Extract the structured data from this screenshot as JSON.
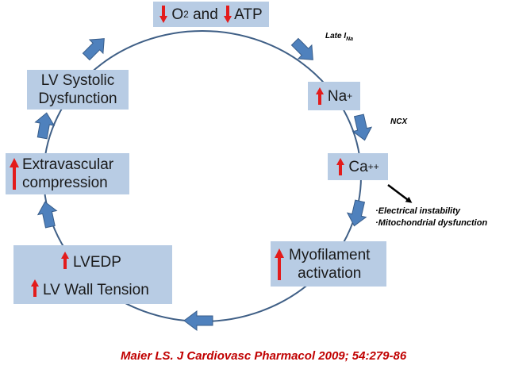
{
  "boxes": {
    "o2_atp": {
      "part1": "O",
      "sub": "2",
      "part2": " and ",
      "part3": "ATP"
    },
    "na": {
      "text": "Na",
      "sup": "+"
    },
    "ca": {
      "text": "Ca",
      "sup": "++"
    },
    "myofilament": {
      "line1": "Myofilament",
      "line2": "activation"
    },
    "lvedp": {
      "line1": "LVEDP",
      "line2": "LV Wall Tension"
    },
    "extravascular": {
      "line1": "Extravascular",
      "line2": "compression"
    },
    "lv_systolic": {
      "line1": "LV Systolic",
      "line2": "Dysfunction"
    }
  },
  "labels": {
    "late_ina": {
      "text": "Late I",
      "sub": "Na"
    },
    "ncx": "NCX"
  },
  "effects": [
    "Electrical instability",
    "Mitochondrial dysfunction"
  ],
  "citation": "Maier LS. J Cardiovasc Pharmacol 2009; 54:279-86",
  "colors": {
    "box_fill": "#b8cce4",
    "arrow_fill": "#4f81bd",
    "arrow_stroke": "#385d8a",
    "circle": "#3f5f86",
    "red_arrow": "#e31b1b",
    "citation": "#c00000"
  },
  "icons": {
    "increase": "red-up-arrow-icon",
    "decrease": "red-down-arrow-icon",
    "flow": "blue-flow-arrow-icon"
  }
}
